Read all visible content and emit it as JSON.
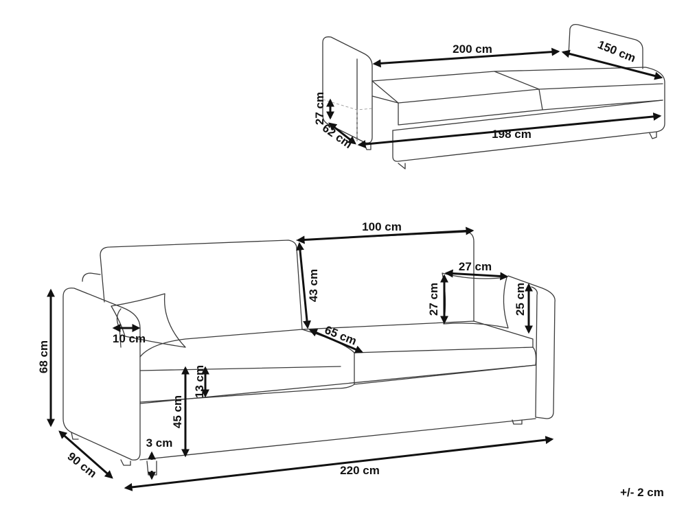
{
  "bed_view": {
    "length_label": "200 cm",
    "width_label": "150 cm",
    "mattress_height_label": "27 cm",
    "frame_depth_label": "62 cm",
    "inner_length_label": "198 cm"
  },
  "sofa_view": {
    "back_cushion_width_label": "100 cm",
    "back_cushion_height_label": "43 cm",
    "pillow_width_label": "27 cm",
    "pillow_height_label": "27 cm",
    "armrest_height_label": "25 cm",
    "armrest_width_label": "10 cm",
    "seat_depth_label": "65 cm",
    "total_height_label": "68 cm",
    "cushion_height_label": "13 cm",
    "seat_height_label": "45 cm",
    "leg_height_label": "3 cm",
    "depth_label": "90 cm",
    "total_width_label": "220 cm"
  },
  "tolerance_label": "+/- 2 cm"
}
